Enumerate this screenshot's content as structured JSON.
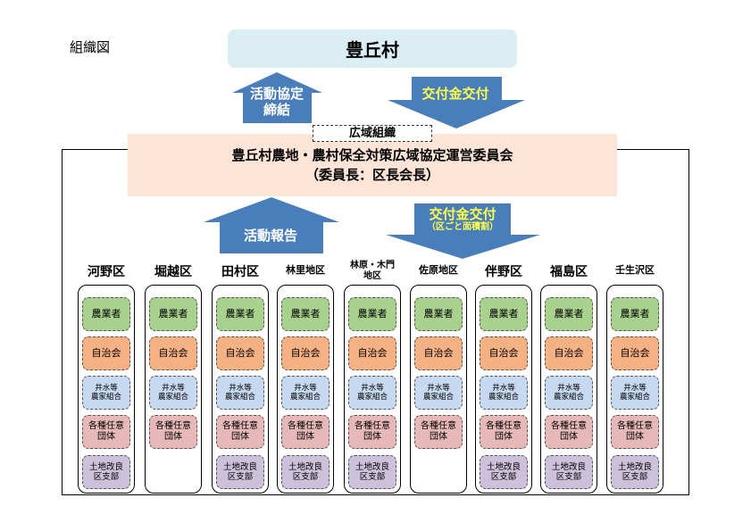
{
  "page_title": "組織図",
  "village": "豊丘村",
  "arrows": {
    "agreement": [
      "活動協定",
      "締結"
    ],
    "grant_top": "交付金交付",
    "report": "活動報告",
    "grant_district": [
      "交付金交付",
      "（区ごと面積割）"
    ]
  },
  "wide_area_label": "広域組織",
  "committee": {
    "name": "豊丘村農地・農村保全対策広域協定運営委員会",
    "chair": "（委員長：区長会長）"
  },
  "districts": [
    {
      "name": "河野区",
      "orgs": [
        "農業者",
        "自治会",
        "井水等\n農家組合",
        "各種任意\n団体",
        "土地改良\n区支部"
      ]
    },
    {
      "name": "堀越区",
      "orgs": [
        "農業者",
        "自治会",
        "井水等\n農家組合",
        "各種任意\n団体"
      ]
    },
    {
      "name": "田村区",
      "orgs": [
        "農業者",
        "自治会",
        "井水等\n農家組合",
        "各種任意\n団体",
        "土地改良\n区支部"
      ]
    },
    {
      "name": "林里地区",
      "orgs": [
        "農業者",
        "自治会",
        "井水等\n農家組合",
        "各種任意\n団体",
        "土地改良\n区支部"
      ]
    },
    {
      "name": "林原・木門\n地区",
      "orgs": [
        "農業者",
        "自治会",
        "井水等\n農家組合",
        "各種任意\n団体",
        "土地改良\n区支部"
      ]
    },
    {
      "name": "佐原地区",
      "orgs": [
        "農業者",
        "自治会",
        "井水等\n農家組合",
        "各種任意\n団体"
      ]
    },
    {
      "name": "伴野区",
      "orgs": [
        "農業者",
        "自治会",
        "井水等\n農家組合",
        "各種任意\n団体",
        "土地改良\n区支部"
      ]
    },
    {
      "name": "福島区",
      "orgs": [
        "農業者",
        "自治会",
        "井水等\n農家組合",
        "各種任意\n団体",
        "土地改良\n区支部"
      ]
    },
    {
      "name": "壬生沢区",
      "orgs": [
        "農業者",
        "自治会",
        "井水等\n農家組合",
        "各種任意\n団体",
        "土地改良\n区支部"
      ]
    }
  ],
  "colors": {
    "arrow": "#4a7ebb",
    "village_bg": "#dbeef4",
    "committee_bg": "#fce4d6",
    "farmers": "#a9d18e",
    "council": "#f4b183",
    "water": "#c6d9f0",
    "groups": "#e6b9b8",
    "land": "#ccc0da"
  }
}
